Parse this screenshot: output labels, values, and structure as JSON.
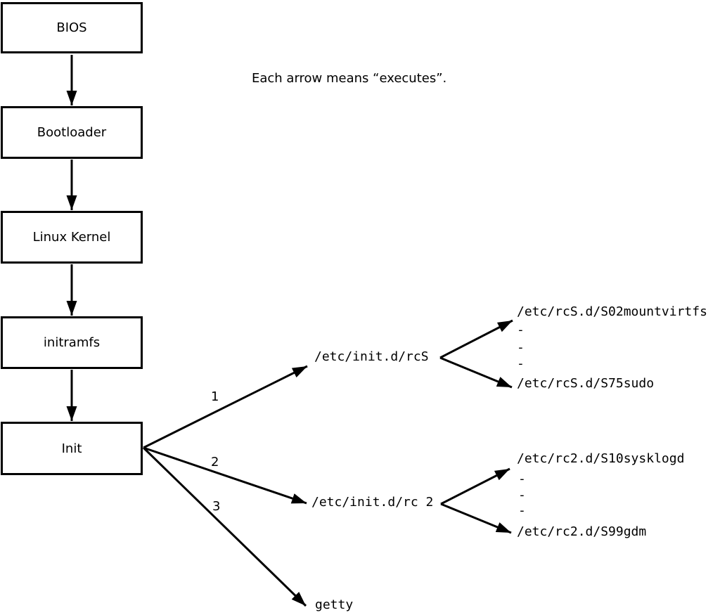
{
  "note": {
    "text": "Each arrow means “executes”."
  },
  "boxes": [
    {
      "label": "BIOS"
    },
    {
      "label": "Bootloader"
    },
    {
      "label": "Linux Kernel"
    },
    {
      "label": "initramfs"
    },
    {
      "label": "Init"
    }
  ],
  "branches": [
    {
      "number": "1",
      "target": "/etc/init.d/rcS",
      "children": [
        "/etc/rcS.d/S02mountvirtfs",
        "-",
        "-",
        "-",
        "/etc/rcS.d/S75sudo"
      ]
    },
    {
      "number": "2",
      "target": "/etc/init.d/rc 2",
      "children": [
        "/etc/rc2.d/S10sysklogd",
        "-",
        "-",
        "-",
        "/etc/rc2.d/S99gdm"
      ]
    },
    {
      "number": "3",
      "target": "getty",
      "children": []
    }
  ],
  "colors": {
    "stroke": "#000000",
    "background": "#ffffff"
  }
}
